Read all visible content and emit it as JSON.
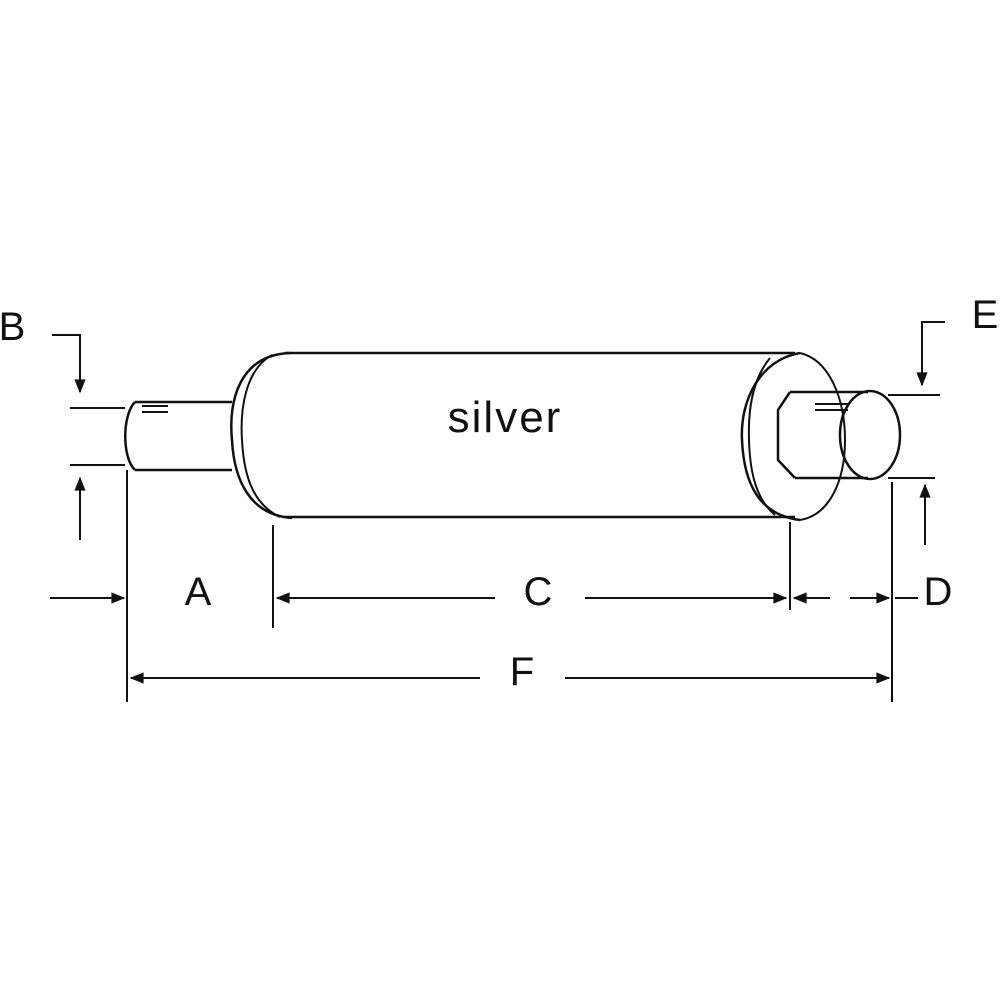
{
  "diagram": {
    "product_text": "silver",
    "dimensions": {
      "a": "A",
      "b": "B",
      "c": "C",
      "d": "D",
      "e": "E",
      "f": "F"
    },
    "line_color": "#111111",
    "background": "#ffffff"
  }
}
